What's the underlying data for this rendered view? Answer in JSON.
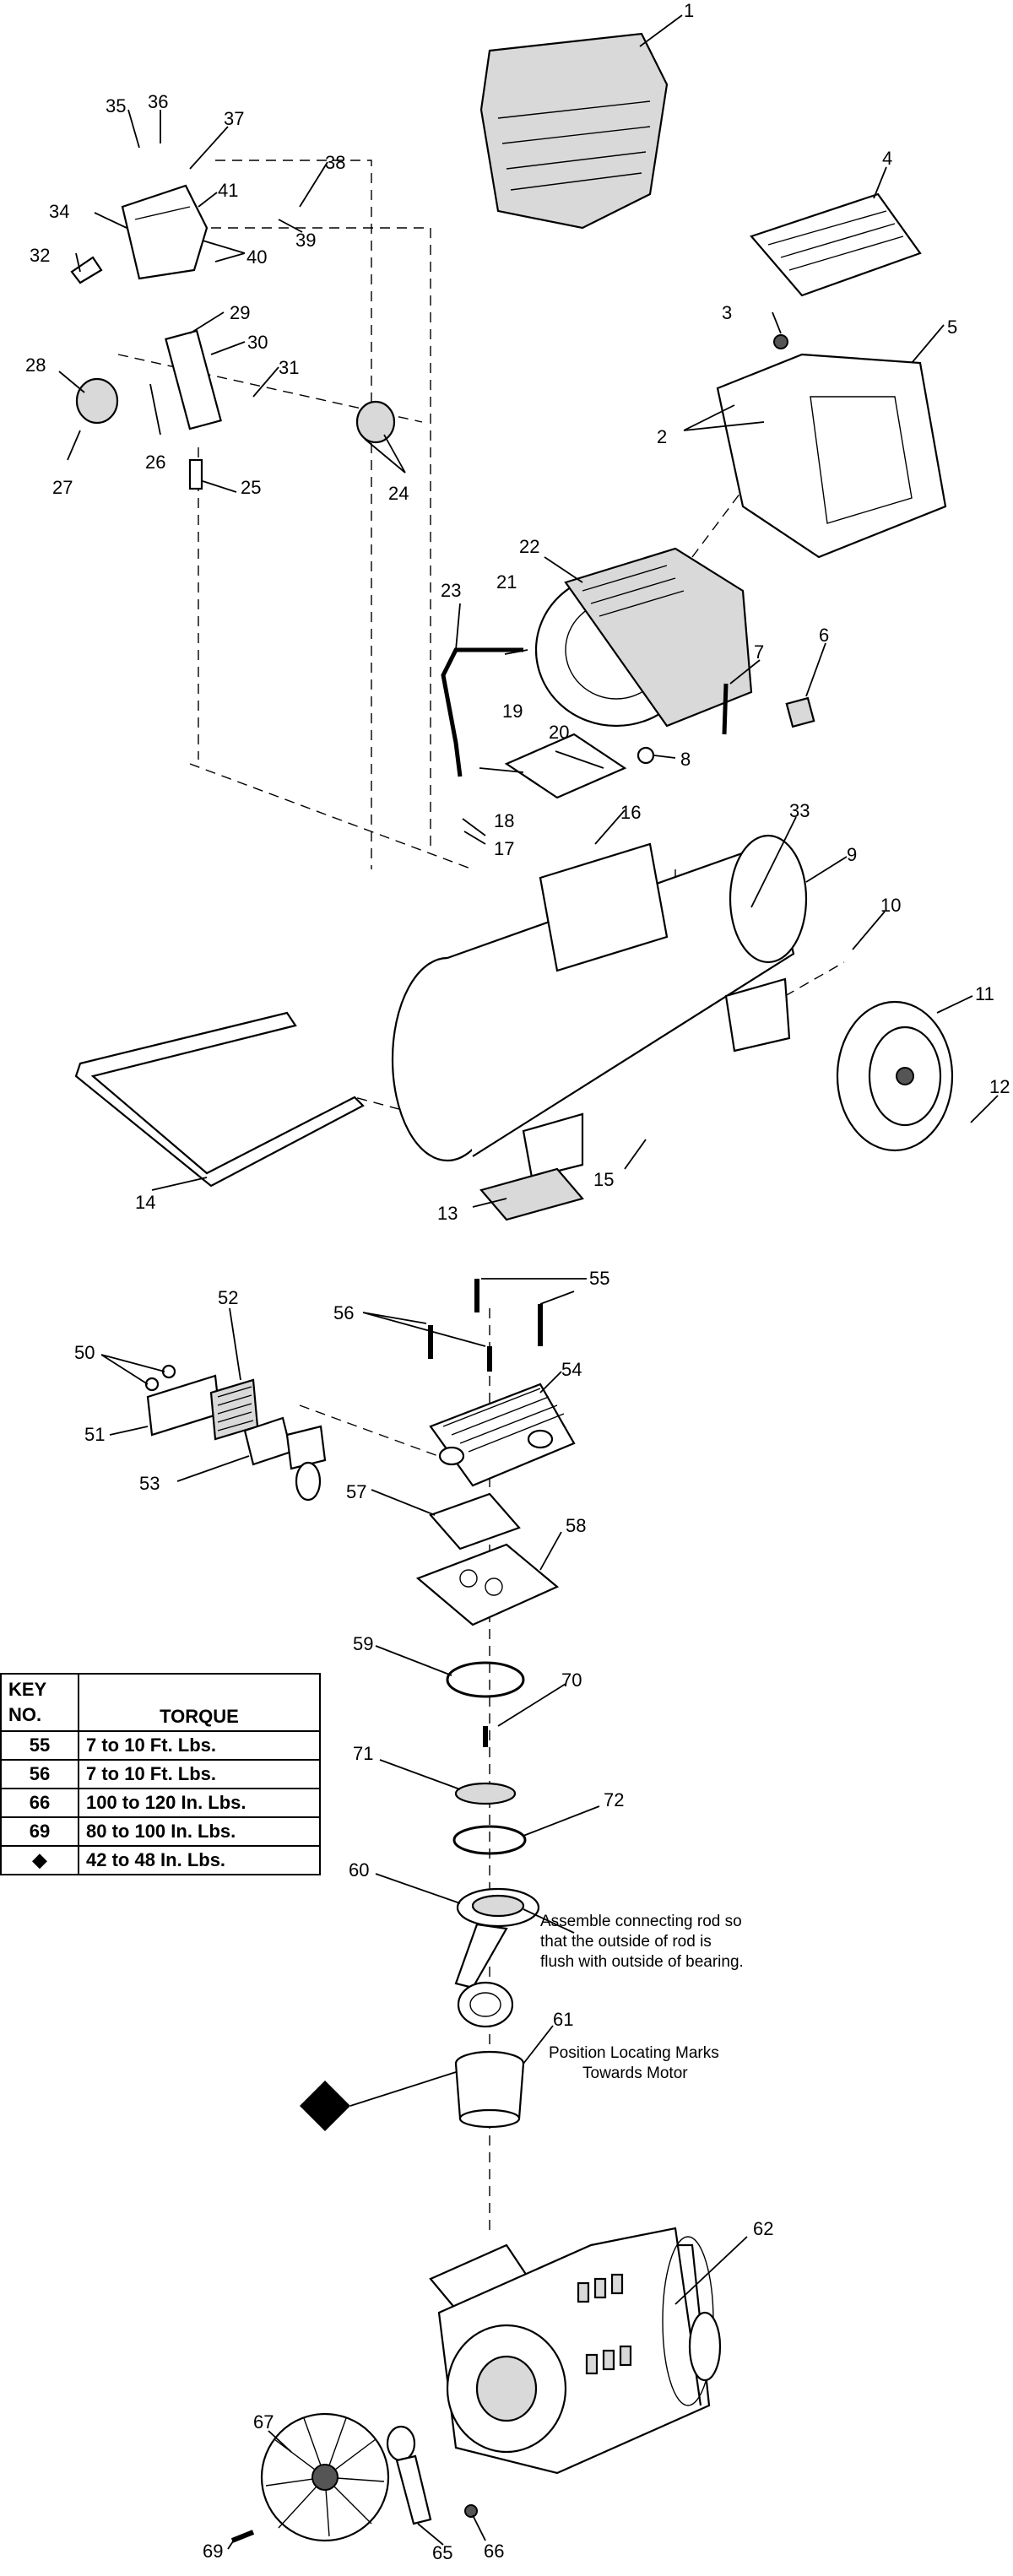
{
  "callouts": [
    "1",
    "2",
    "3",
    "4",
    "5",
    "6",
    "7",
    "8",
    "9",
    "10",
    "11",
    "12",
    "13",
    "14",
    "15",
    "16",
    "17",
    "18",
    "19",
    "20",
    "21",
    "22",
    "23",
    "24",
    "25",
    "26",
    "27",
    "28",
    "29",
    "30",
    "31",
    "32",
    "33",
    "34",
    "35",
    "36",
    "37",
    "38",
    "39",
    "40",
    "41",
    "50",
    "51",
    "52",
    "53",
    "54",
    "55",
    "56",
    "57",
    "58",
    "59",
    "60",
    "61",
    "62",
    "65",
    "66",
    "67",
    "69",
    "70",
    "71",
    "72"
  ],
  "notes": {
    "connecting_rod": [
      "Assemble connecting rod so",
      "that the outside of rod is",
      "flush with outside of bearing."
    ],
    "bearing": [
      "Position Locating Marks",
      "Towards Motor"
    ]
  },
  "torque_table": {
    "header_key": [
      "KEY",
      "NO."
    ],
    "header_value": "TORQUE",
    "rows": [
      {
        "key": "55",
        "value": "7 to 10 Ft. Lbs."
      },
      {
        "key": "56",
        "value": "7 to 10 Ft. Lbs."
      },
      {
        "key": "66",
        "value": "100 to 120 In. Lbs."
      },
      {
        "key": "69",
        "value": "80 to 100 In. Lbs."
      },
      {
        "key": "◆",
        "value": "42 to 48 In. Lbs."
      }
    ]
  }
}
